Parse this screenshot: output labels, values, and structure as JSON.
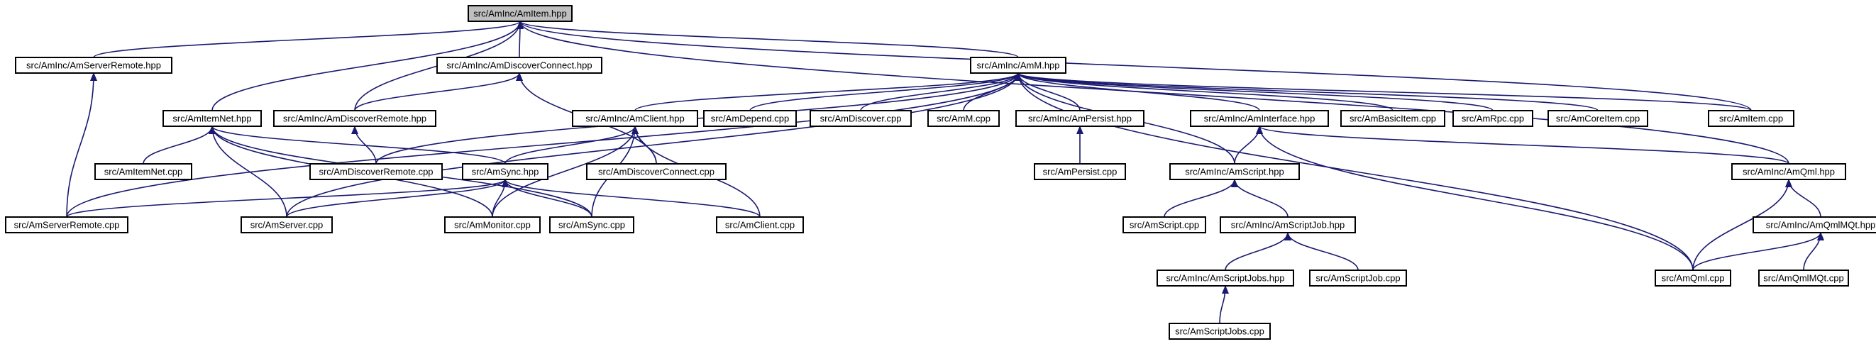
{
  "diagram": {
    "nodes": [
      {
        "id": "amitem_hpp",
        "label": "src/AmInc/AmItem.hpp",
        "root": true
      },
      {
        "id": "amserverremote_hpp",
        "label": "src/AmInc/AmServerRemote.hpp"
      },
      {
        "id": "amdiscoverconnect_hpp",
        "label": "src/AmInc/AmDiscoverConnect.hpp"
      },
      {
        "id": "amm_hpp",
        "label": "src/AmInc/AmM.hpp"
      },
      {
        "id": "amitemnet_hpp",
        "label": "src/AmItemNet.hpp"
      },
      {
        "id": "amdiscoverremote_hpp",
        "label": "src/AmInc/AmDiscoverRemote.hpp"
      },
      {
        "id": "amclient_hpp",
        "label": "src/AmInc/AmClient.hpp"
      },
      {
        "id": "amdepend_cpp",
        "label": "src/AmDepend.cpp"
      },
      {
        "id": "amdiscover_cpp",
        "label": "src/AmDiscover.cpp"
      },
      {
        "id": "amm_cpp",
        "label": "src/AmM.cpp"
      },
      {
        "id": "ampersist_hpp",
        "label": "src/AmInc/AmPersist.hpp"
      },
      {
        "id": "aminterface_hpp",
        "label": "src/AmInc/AmInterface.hpp"
      },
      {
        "id": "ambasicitem_cpp",
        "label": "src/AmBasicItem.cpp"
      },
      {
        "id": "amrpc_cpp",
        "label": "src/AmRpc.cpp"
      },
      {
        "id": "amcoreitem_cpp",
        "label": "src/AmCoreItem.cpp"
      },
      {
        "id": "amitem_cpp",
        "label": "src/AmItem.cpp"
      },
      {
        "id": "amitemnet_cpp",
        "label": "src/AmItemNet.cpp"
      },
      {
        "id": "amdiscoverremote_cpp",
        "label": "src/AmDiscoverRemote.cpp"
      },
      {
        "id": "amsync_hpp",
        "label": "src/AmSync.hpp"
      },
      {
        "id": "amdiscoverconnect_cpp",
        "label": "src/AmDiscoverConnect.cpp"
      },
      {
        "id": "ampersist_cpp",
        "label": "src/AmPersist.cpp"
      },
      {
        "id": "amscript_hpp",
        "label": "src/AmInc/AmScript.hpp"
      },
      {
        "id": "amqml_hpp",
        "label": "src/AmInc/AmQml.hpp"
      },
      {
        "id": "amserverremote_cpp",
        "label": "src/AmServerRemote.cpp"
      },
      {
        "id": "amserver_cpp",
        "label": "src/AmServer.cpp"
      },
      {
        "id": "ammonitor_cpp",
        "label": "src/AmMonitor.cpp"
      },
      {
        "id": "amsync_cpp",
        "label": "src/AmSync.cpp"
      },
      {
        "id": "amclient_cpp",
        "label": "src/AmClient.cpp"
      },
      {
        "id": "amscript_cpp",
        "label": "src/AmScript.cpp"
      },
      {
        "id": "amscriptjob_hpp",
        "label": "src/AmInc/AmScriptJob.hpp"
      },
      {
        "id": "amqmlmqt_hpp",
        "label": "src/AmInc/AmQmlMQt.hpp"
      },
      {
        "id": "amscriptjobs_hpp",
        "label": "src/AmInc/AmScriptJobs.hpp"
      },
      {
        "id": "amscriptjob_cpp",
        "label": "src/AmScriptJob.cpp"
      },
      {
        "id": "amqml_cpp",
        "label": "src/AmQml.cpp"
      },
      {
        "id": "amqmlmqt_cpp",
        "label": "src/AmQmlMQt.cpp"
      },
      {
        "id": "amscriptjobs_cpp",
        "label": "src/AmScriptJobs.cpp"
      }
    ],
    "edges": [
      [
        "amserverremote_hpp",
        "amitem_hpp"
      ],
      [
        "amitemnet_hpp",
        "amitem_hpp"
      ],
      [
        "amdiscoverconnect_hpp",
        "amitem_hpp"
      ],
      [
        "amdiscoverremote_hpp",
        "amitem_hpp"
      ],
      [
        "amm_hpp",
        "amitem_hpp"
      ],
      [
        "amitem_cpp",
        "amitem_hpp"
      ],
      [
        "amqml_hpp",
        "amitem_hpp"
      ],
      [
        "amdiscoverremote_hpp",
        "amdiscoverconnect_hpp"
      ],
      [
        "amdiscoverconnect_cpp",
        "amdiscoverconnect_hpp"
      ],
      [
        "amserverremote_cpp",
        "amserverremote_hpp"
      ],
      [
        "amserverremote_cpp",
        "amm_hpp"
      ],
      [
        "amserver_cpp",
        "amm_hpp"
      ],
      [
        "amdiscoverremote_cpp",
        "amm_hpp"
      ],
      [
        "amclient_hpp",
        "amm_hpp"
      ],
      [
        "amdepend_cpp",
        "amm_hpp"
      ],
      [
        "amdiscover_cpp",
        "amm_hpp"
      ],
      [
        "amm_cpp",
        "amm_hpp"
      ],
      [
        "ampersist_hpp",
        "amm_hpp"
      ],
      [
        "amscript_hpp",
        "amm_hpp"
      ],
      [
        "aminterface_hpp",
        "amm_hpp"
      ],
      [
        "ambasicitem_cpp",
        "amm_hpp"
      ],
      [
        "amrpc_cpp",
        "amm_hpp"
      ],
      [
        "amcoreitem_cpp",
        "amm_hpp"
      ],
      [
        "amitem_cpp",
        "amm_hpp"
      ],
      [
        "amqml_cpp",
        "amm_hpp"
      ],
      [
        "amitemnet_cpp",
        "amitemnet_hpp"
      ],
      [
        "amserver_cpp",
        "amitemnet_hpp"
      ],
      [
        "ammonitor_cpp",
        "amitemnet_hpp"
      ],
      [
        "amsync_hpp",
        "amitemnet_hpp"
      ],
      [
        "amsync_cpp",
        "amitemnet_hpp"
      ],
      [
        "amdiscoverremote_cpp",
        "amdiscoverremote_hpp"
      ],
      [
        "amsync_hpp",
        "amclient_hpp"
      ],
      [
        "amdiscoverconnect_cpp",
        "amclient_hpp"
      ],
      [
        "ammonitor_cpp",
        "amclient_hpp"
      ],
      [
        "amsync_cpp",
        "amclient_hpp"
      ],
      [
        "amclient_cpp",
        "amclient_hpp"
      ],
      [
        "ampersist_cpp",
        "ampersist_hpp"
      ],
      [
        "amscript_hpp",
        "aminterface_hpp"
      ],
      [
        "amqml_hpp",
        "aminterface_hpp"
      ],
      [
        "amqml_cpp",
        "aminterface_hpp"
      ],
      [
        "amserverremote_cpp",
        "amsync_hpp"
      ],
      [
        "amserver_cpp",
        "amsync_hpp"
      ],
      [
        "ammonitor_cpp",
        "amsync_hpp"
      ],
      [
        "amsync_cpp",
        "amsync_hpp"
      ],
      [
        "amclient_cpp",
        "amsync_hpp"
      ],
      [
        "amscript_cpp",
        "amscript_hpp"
      ],
      [
        "amscriptjob_hpp",
        "amscript_hpp"
      ],
      [
        "amqml_cpp",
        "amqml_hpp"
      ],
      [
        "amqmlmqt_hpp",
        "amqml_hpp"
      ],
      [
        "amscriptjobs_hpp",
        "amscriptjob_hpp"
      ],
      [
        "amscriptjob_cpp",
        "amscriptjob_hpp"
      ],
      [
        "amqml_cpp",
        "amqmlmqt_hpp"
      ],
      [
        "amqmlmqt_cpp",
        "amqmlmqt_hpp"
      ],
      [
        "amscriptjobs_cpp",
        "amscriptjobs_hpp"
      ]
    ],
    "colors": {
      "edge": "#191970",
      "root_fill": "#bfbfbf",
      "node_fill": "#ffffff",
      "border": "#000000"
    }
  }
}
